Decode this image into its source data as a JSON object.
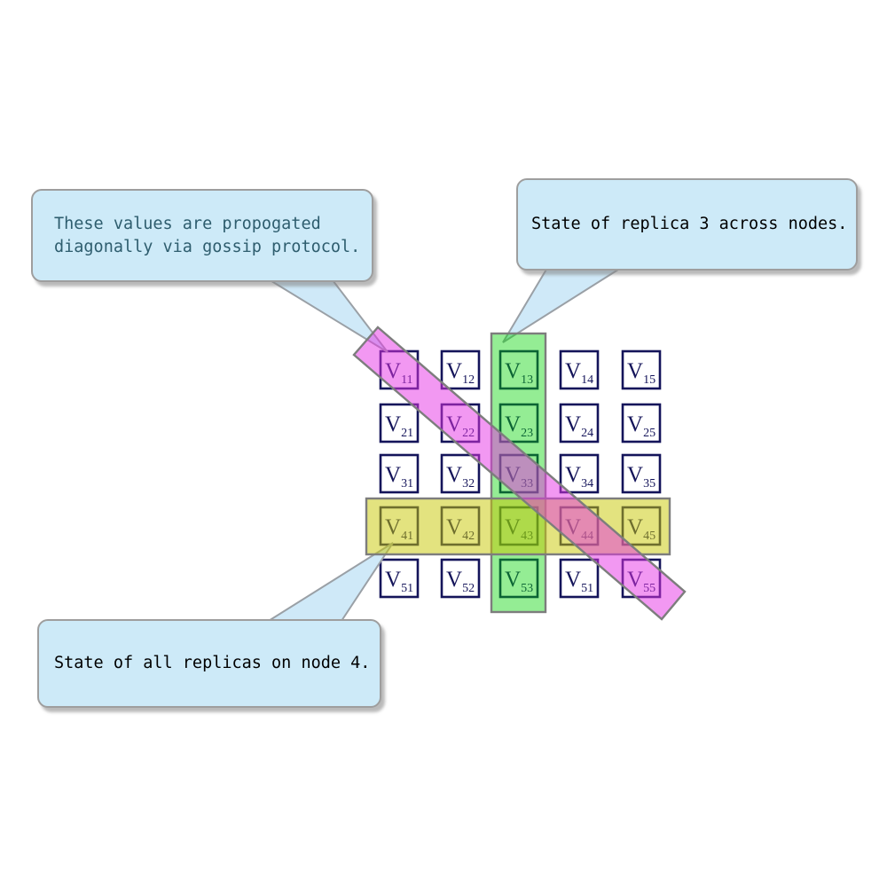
{
  "callouts": {
    "gossip": {
      "line1": "These values are propogated",
      "line2": "diagonally via gossip protocol.",
      "text_color": "#2e5d6e"
    },
    "replica": {
      "text": "State of replica 3 across nodes."
    },
    "node": {
      "text": "State of all replicas on node 4."
    }
  },
  "colors": {
    "callout_fill": "#cdeaf8",
    "callout_border": "#9e9e9e",
    "pointer_fill": "#cfe9f8",
    "cell_border": "#14145a",
    "band_green": "#00d400",
    "band_yellow": "#c8c800",
    "band_pink": "#e632e6"
  },
  "bands": {
    "column_band": {
      "meaning": "replica 3 across nodes",
      "color": "#00d400"
    },
    "row_band": {
      "meaning": "all replicas on node 4",
      "color": "#c8c800"
    },
    "diagonal_band": {
      "meaning": "values propogated diagonally via gossip protocol",
      "color": "#e632e6"
    }
  },
  "matrix": {
    "rows": 5,
    "cols": 5,
    "cells": [
      {
        "base": "V",
        "sub": "11"
      },
      {
        "base": "V",
        "sub": "12"
      },
      {
        "base": "V",
        "sub": "13"
      },
      {
        "base": "V",
        "sub": "14"
      },
      {
        "base": "V",
        "sub": "15"
      },
      {
        "base": "V",
        "sub": "21"
      },
      {
        "base": "V",
        "sub": "22"
      },
      {
        "base": "V",
        "sub": "23"
      },
      {
        "base": "V",
        "sub": "24"
      },
      {
        "base": "V",
        "sub": "25"
      },
      {
        "base": "V",
        "sub": "31"
      },
      {
        "base": "V",
        "sub": "32"
      },
      {
        "base": "V",
        "sub": "33"
      },
      {
        "base": "V",
        "sub": "34"
      },
      {
        "base": "V",
        "sub": "35"
      },
      {
        "base": "V",
        "sub": "41"
      },
      {
        "base": "V",
        "sub": "42"
      },
      {
        "base": "V",
        "sub": "43"
      },
      {
        "base": "V",
        "sub": "44"
      },
      {
        "base": "V",
        "sub": "45"
      },
      {
        "base": "V",
        "sub": "51"
      },
      {
        "base": "V",
        "sub": "52"
      },
      {
        "base": "V",
        "sub": "53"
      },
      {
        "base": "V",
        "sub": "51"
      },
      {
        "base": "V",
        "sub": "55"
      }
    ]
  }
}
